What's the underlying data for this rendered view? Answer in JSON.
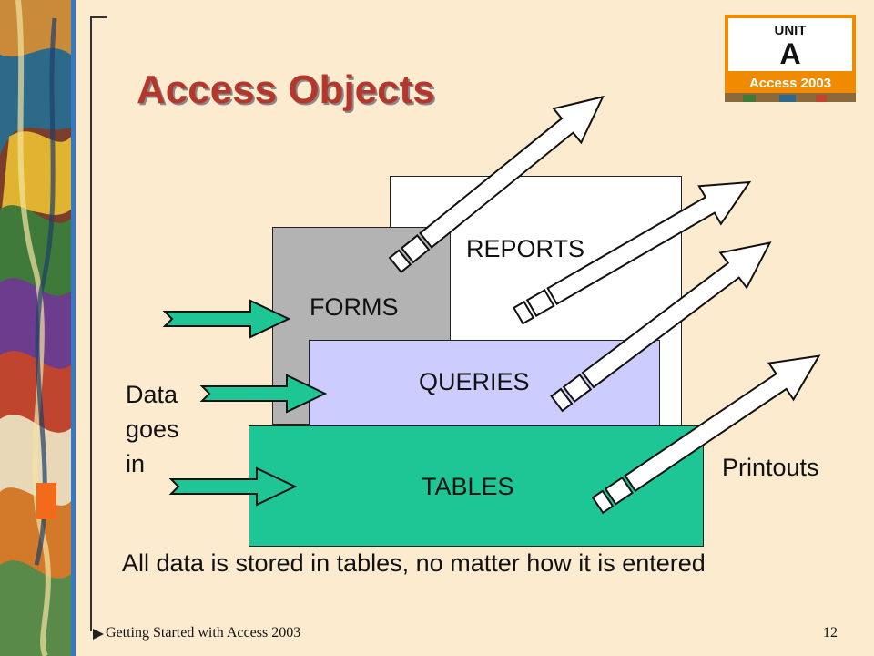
{
  "slide": {
    "title": "Access Objects",
    "badge": {
      "line1": "UNIT",
      "letter": "A",
      "line2": "Access 2003"
    },
    "objects": {
      "reports": "REPORTS",
      "forms": "FORMS",
      "queries": "QUERIES",
      "tables": "TABLES"
    },
    "input_label": [
      "Data",
      "goes",
      "in"
    ],
    "output_label": "Printouts",
    "caption": "All data is stored in tables, no matter how it is entered",
    "footer": {
      "text": "Getting Started with Access 2003",
      "page": "12"
    }
  },
  "colors": {
    "background": "#fdebd0",
    "title": "#b5362a",
    "forms": "#b3b3b3",
    "queries": "#ccccff",
    "tables": "#1ec595",
    "input_arrows": "#1ec595",
    "badge_orange": "#f08a00"
  },
  "icons": [
    "input-arrow-icon",
    "output-arrow-icon",
    "footer-marker-icon"
  ]
}
